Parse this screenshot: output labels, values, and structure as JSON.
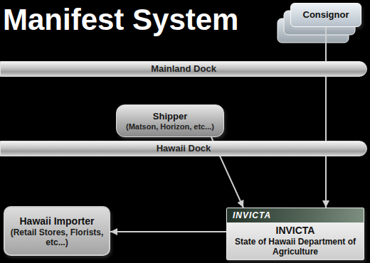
{
  "diagram": {
    "title": "Manifest System",
    "nodes": [
      {
        "text": [
          "Consignor"
        ]
      },
      {
        "text": [
          "Mainland Dock"
        ]
      },
      {
        "text": [
          "Shipper",
          "(Matson, Horizon, etc...)"
        ]
      },
      {
        "text": [
          "Hawaii Dock"
        ]
      },
      {
        "text": [
          "Hawaii Importer",
          "(Retail Stores, Florists, etc...)"
        ]
      },
      {
        "text": [
          "INVICTA",
          "INVICTA",
          "State of Hawaii Department of Agriculture"
        ]
      }
    ],
    "edges": [
      {
        "from": 0,
        "to": 5,
        "arrow": "to"
      },
      {
        "from": 2,
        "to": 5,
        "arrow": "to"
      },
      {
        "from": 5,
        "to": 4,
        "arrow": "to"
      }
    ]
  }
}
